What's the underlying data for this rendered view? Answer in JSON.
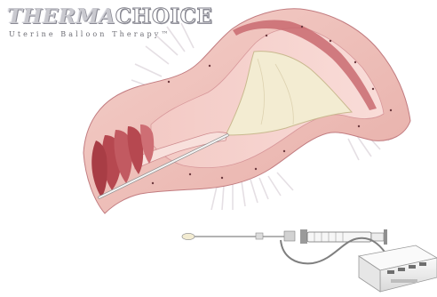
{
  "logo": {
    "brand_part1": "THERMA",
    "brand_part2": "CHOICE",
    "trademark": "™",
    "tagline": "Uterine Balloon Therapy™"
  },
  "colors": {
    "tissue_light": "#f6d3cf",
    "tissue_mid": "#eab4ae",
    "tissue_dark": "#c7767c",
    "muscle_red": "#b64850",
    "balloon_fill": "#f3ecd2",
    "catheter": "#f4f4f4",
    "device_body": "#efefef"
  },
  "icons": [
    "uterus-illustration",
    "balloon-catheter-icon",
    "syringe-icon",
    "control-unit-icon",
    "cable-icon"
  ]
}
